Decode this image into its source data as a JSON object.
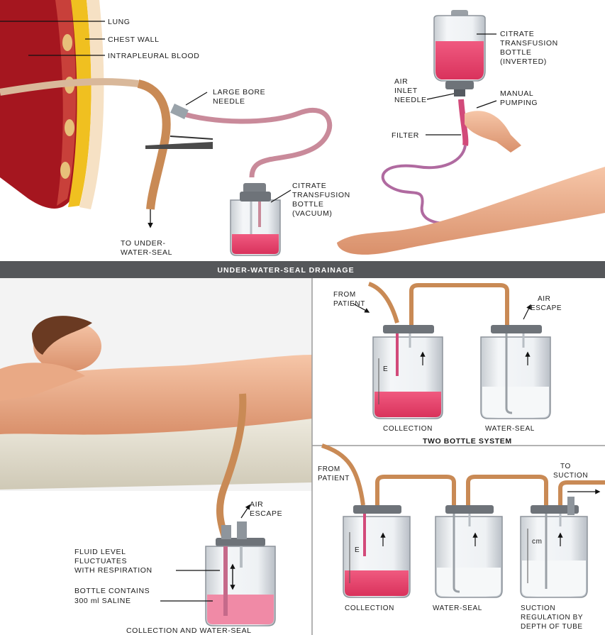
{
  "top_left": {
    "lung": "LUNG",
    "chest_wall": "CHEST WALL",
    "intrapleural_blood": "INTRAPLEURAL BLOOD",
    "large_bore_needle": [
      "LARGE BORE",
      "NEEDLE"
    ],
    "citrate_vacuum": [
      "CITRATE",
      "TRANSFUSION",
      "BOTTLE",
      "(VACUUM)"
    ],
    "to_under_water_seal": [
      "TO UNDER-",
      "WATER-SEAL"
    ]
  },
  "top_right": {
    "citrate_inverted": [
      "CITRATE",
      "TRANSFUSION",
      "BOTTLE",
      "(INVERTED)"
    ],
    "air_inlet_needle": [
      "AIR",
      "INLET",
      "NEEDLE"
    ],
    "manual_pumping": [
      "MANUAL",
      "PUMPING"
    ],
    "filter": "FILTER"
  },
  "band_title": "UNDER-WATER-SEAL DRAINAGE",
  "bottom_left": {
    "air_escape": [
      "AIR",
      "ESCAPE"
    ],
    "fluid_level": [
      "FLUID LEVEL",
      "FLUCTUATES",
      "WITH RESPIRATION"
    ],
    "bottle_contains": [
      "BOTTLE CONTAINS",
      "300 ml SALINE"
    ],
    "caption": "COLLECTION AND WATER-SEAL"
  },
  "two_bottle": {
    "from_patient": [
      "FROM",
      "PATIENT"
    ],
    "air_escape": [
      "AIR",
      "ESCAPE"
    ],
    "collection": "COLLECTION",
    "water_seal": "WATER-SEAL",
    "title": "TWO BOTTLE SYSTEM",
    "scale_mark": "E"
  },
  "three_bottle": {
    "from_patient": [
      "FROM",
      "PATIENT"
    ],
    "to_suction": [
      "TO",
      "SUCTION"
    ],
    "collection": "COLLECTION",
    "water_seal": "WATER-SEAL",
    "suction_reg": [
      "SUCTION",
      "REGULATION BY",
      "DEPTH OF TUBE"
    ],
    "scale_mark_e": "E",
    "scale_mark_cm": "cm"
  },
  "colors": {
    "blood": "#e8486e",
    "tube": "#c98a55",
    "band": "#55575a",
    "muscle": "#b8202a",
    "fat": "#f0c020",
    "skin": "#f2b79a"
  }
}
